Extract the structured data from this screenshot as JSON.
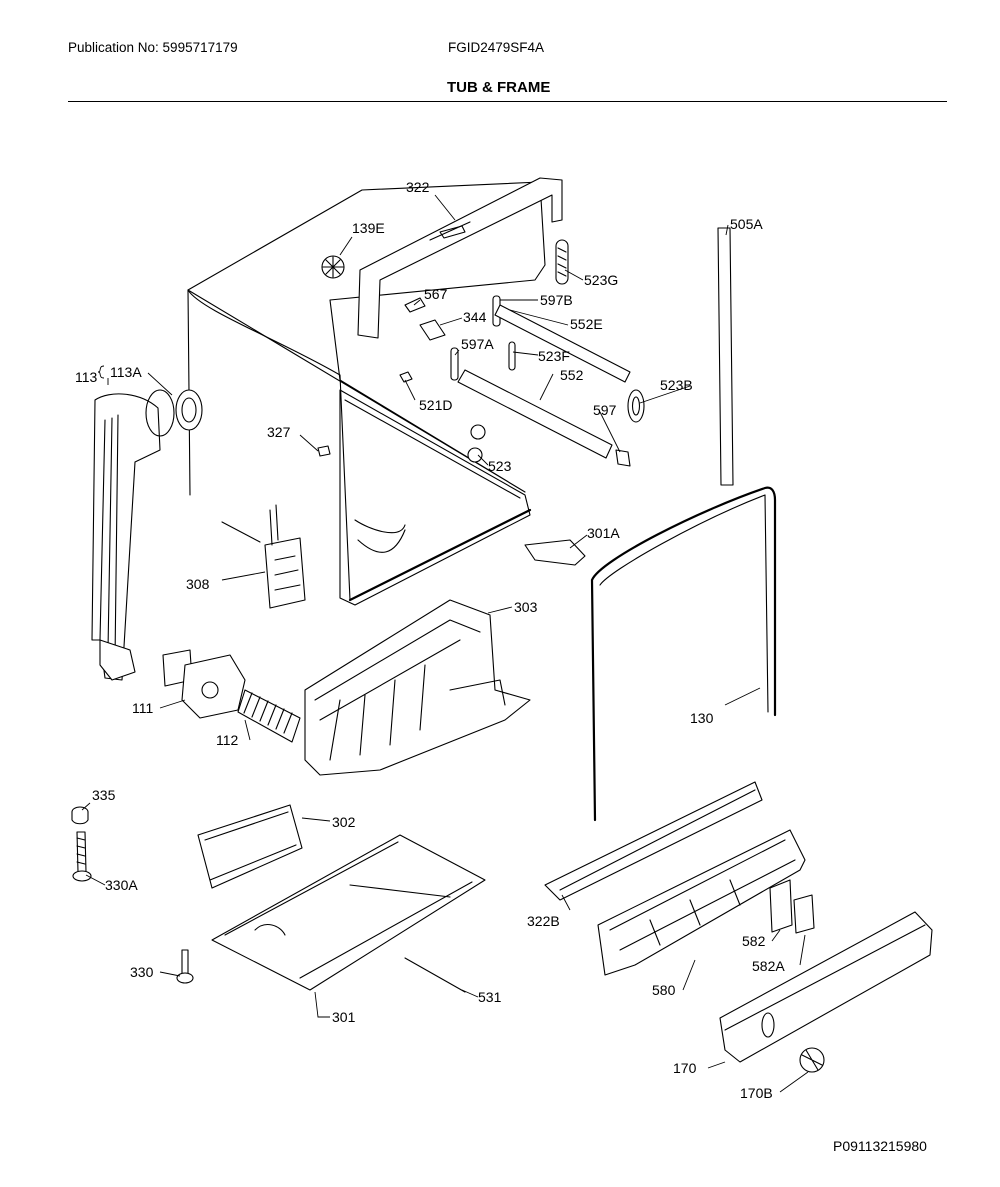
{
  "header": {
    "publication": "Publication No: 5995717179",
    "model": "FGID2479SF4A",
    "title": "TUB & FRAME"
  },
  "footer": {
    "diagram_id": "P09113215980"
  },
  "labels": {
    "l322": "322",
    "l139E": "139E",
    "l505A": "505A",
    "l523G": "523G",
    "l567": "567",
    "l597B": "597B",
    "l344": "344",
    "l552E": "552E",
    "l597A": "597A",
    "l523F": "523F",
    "l113": "113",
    "l113A": "113A",
    "l552": "552",
    "l523B": "523B",
    "l521D": "521D",
    "l597": "597",
    "l327": "327",
    "l523": "523",
    "l301A": "301A",
    "l308": "308",
    "l303": "303",
    "l111": "111",
    "l130": "130",
    "l112": "112",
    "l335": "335",
    "l302": "302",
    "l330A": "330A",
    "l322B": "322B",
    "l582": "582",
    "l330": "330",
    "l582A": "582A",
    "l580": "580",
    "l531": "531",
    "l301": "301",
    "l170": "170",
    "l170B": "170B"
  }
}
